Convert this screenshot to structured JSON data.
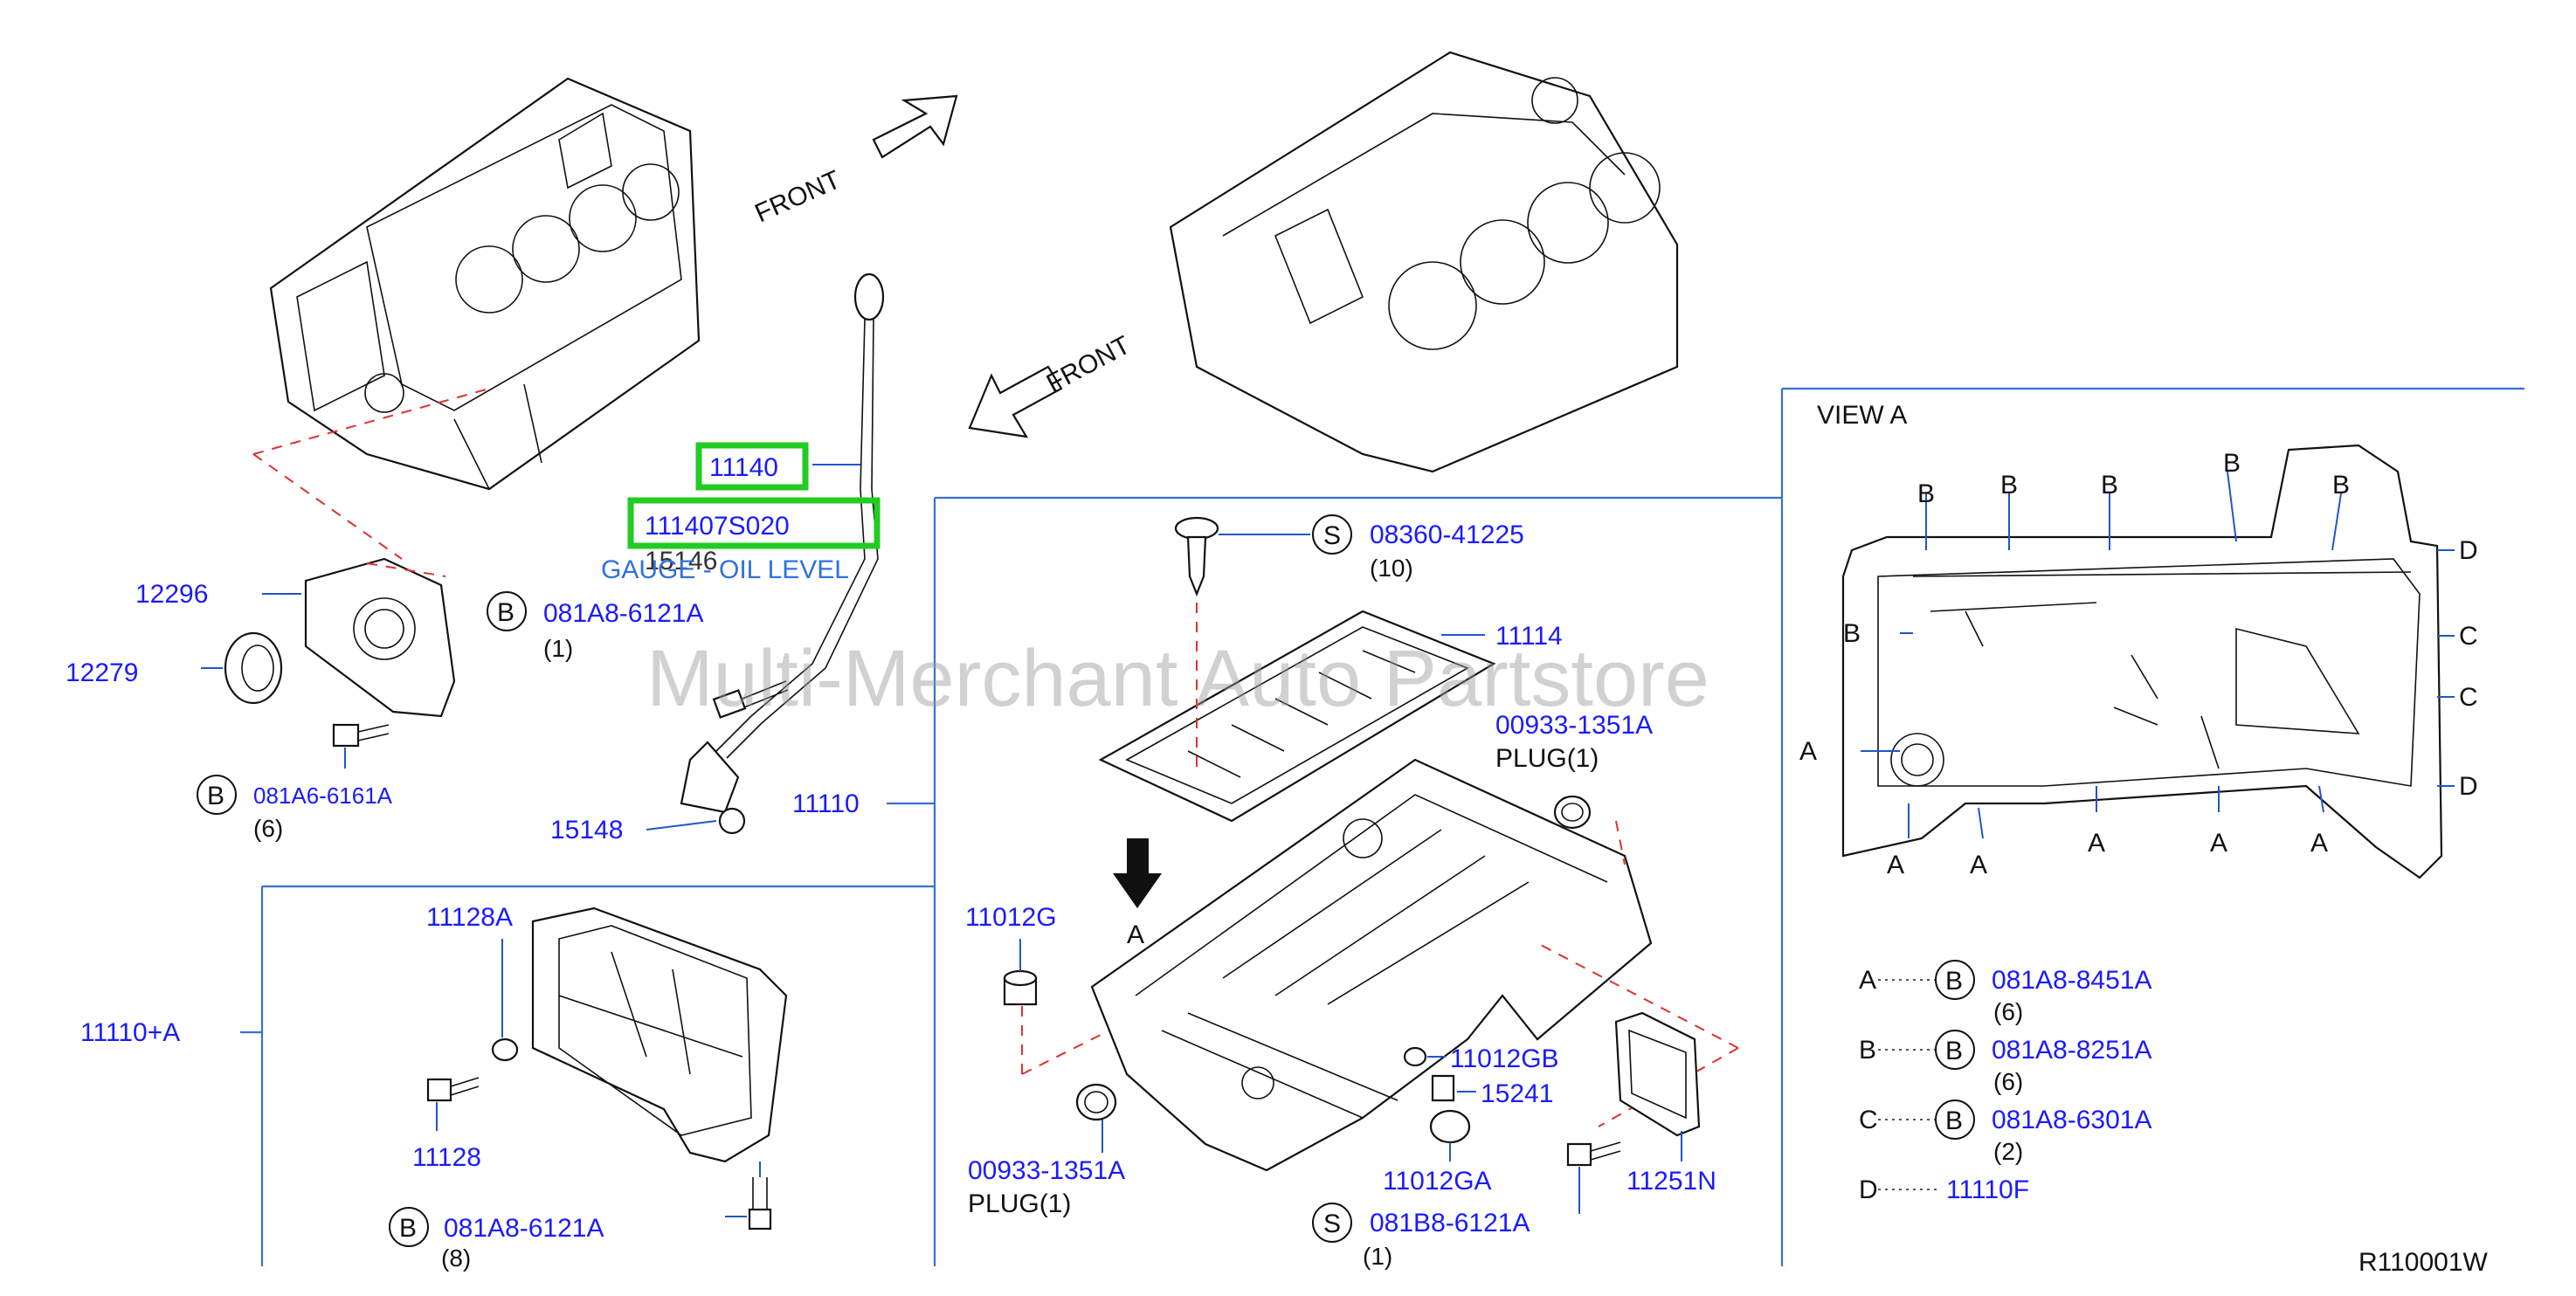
{
  "watermark": "Multi-Merchant Auto Partstore",
  "diagram_code": "R110001W",
  "front_label_1": "FRONT",
  "front_label_2": "FRONT",
  "view_title": "VIEW  A",
  "arrow_a_label": "A",
  "highlight": {
    "part_11140": "11140",
    "part_111407S020": "111407S020",
    "gauge_label": "GAUGE - OIL LEVEL",
    "hidden_15146": "15146",
    "highlight_color": "#22cc22"
  },
  "parts": {
    "p12296": "12296",
    "p12279": "12279",
    "p081A6_6161A": "081A6-6161A",
    "p081A6_qty": "(6)",
    "p081A8_6121A_top": "081A8-6121A",
    "p081A8_6121A_top_qty": "(1)",
    "p15148": "15148",
    "p11110": "11110",
    "p11110A": "11110+A",
    "p11128A": "11128A",
    "p11128": "11128",
    "p081A8_6121A_bot": "081A8-6121A",
    "p081A8_6121A_bot_qty": "(8)",
    "p08360_41225": "08360-41225",
    "p08360_qty": "(10)",
    "p11114": "11114",
    "p00933_1351A_r": "00933-1351A",
    "plug_r": "PLUG(1)",
    "p11012G": "11012G",
    "p11012GB": "11012GB",
    "p15241": "15241",
    "p11012GA": "11012GA",
    "p11251N": "11251N",
    "p00933_1351A_l": "00933-1351A",
    "plug_l": "PLUG(1)",
    "p081B8_6121A": "081B8-6121A",
    "p081B8_qty": "(1)"
  },
  "symbols": {
    "b": "B",
    "s": "S"
  },
  "view_a_letters": {
    "a": "A",
    "b": "B",
    "c": "C",
    "d": "D"
  },
  "legend": [
    {
      "letter": "A",
      "symbol": "B",
      "part": "081A8-8451A",
      "qty": "(6)"
    },
    {
      "letter": "B",
      "symbol": "B",
      "part": "081A8-8251A",
      "qty": "(6)"
    },
    {
      "letter": "C",
      "symbol": "B",
      "part": "081A8-6301A",
      "qty": "(2)"
    },
    {
      "letter": "D",
      "symbol": "",
      "part": "11110F",
      "qty": ""
    }
  ],
  "colors": {
    "part_number": "#1a1aff",
    "frame_line": "#3a6fd0",
    "dashed_line": "#e03030"
  }
}
